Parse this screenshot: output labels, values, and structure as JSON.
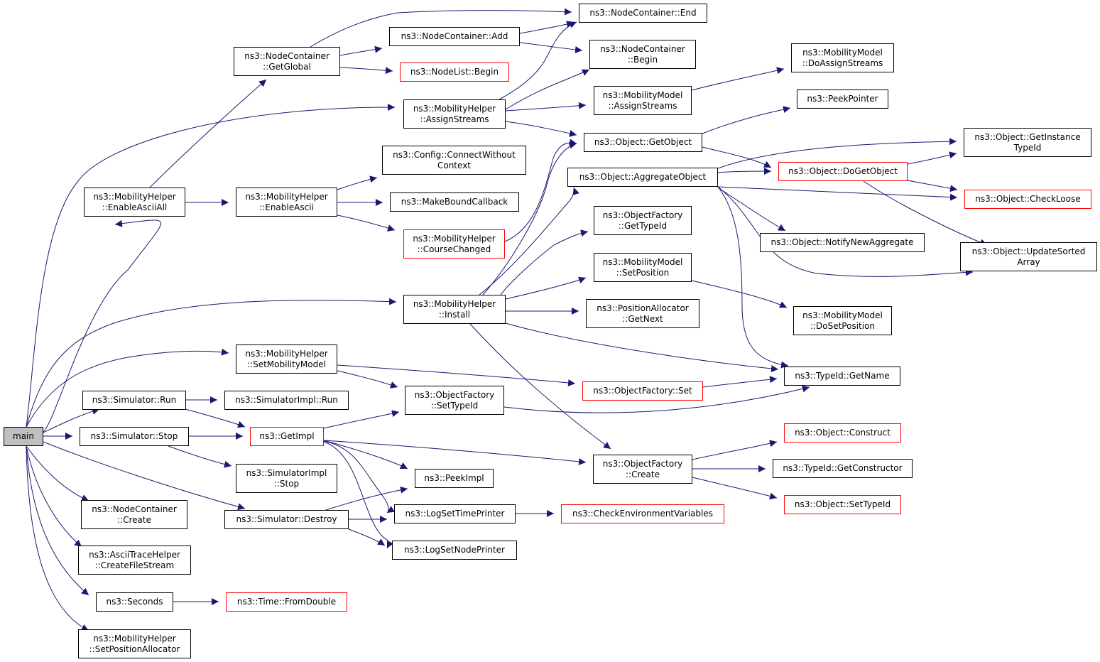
{
  "colors": {
    "edge": "#191970",
    "node_border": "#000000",
    "highlight_border": "#ff0000",
    "root_fill": "#bfbfbf"
  },
  "nodes": [
    {
      "id": "main",
      "label": "main",
      "style": "root"
    },
    {
      "id": "nc_end",
      "label": "ns3::NodeContainer::End"
    },
    {
      "id": "nc_add",
      "label": "ns3::NodeContainer::Add"
    },
    {
      "id": "nc_getglobal",
      "label": "ns3::NodeContainer\n::GetGlobal"
    },
    {
      "id": "nc_begin",
      "label": "ns3::NodeContainer\n::Begin"
    },
    {
      "id": "nl_begin",
      "label": "ns3::NodeList::Begin",
      "style": "red"
    },
    {
      "id": "mm_doassign",
      "label": "ns3::MobilityModel\n::DoAssignStreams"
    },
    {
      "id": "mh_assign",
      "label": "ns3::MobilityHelper\n::AssignStreams"
    },
    {
      "id": "mm_assign",
      "label": "ns3::MobilityModel\n::AssignStreams"
    },
    {
      "id": "peekpointer",
      "label": "ns3::PeekPointer"
    },
    {
      "id": "obj_getobject",
      "label": "ns3::Object::GetObject"
    },
    {
      "id": "obj_getinstance",
      "label": "ns3::Object::GetInstance\nTypeId"
    },
    {
      "id": "cfg_connect",
      "label": "ns3::Config::ConnectWithout\nContext"
    },
    {
      "id": "obj_aggregate",
      "label": "ns3::Object::AggregateObject"
    },
    {
      "id": "obj_dogetobject",
      "label": "ns3::Object::DoGetObject",
      "style": "red"
    },
    {
      "id": "mh_enableasciiall",
      "label": "ns3::MobilityHelper\n::EnableAsciiAll"
    },
    {
      "id": "mh_enableascii",
      "label": "ns3::MobilityHelper\n::EnableAscii"
    },
    {
      "id": "makebound",
      "label": "ns3::MakeBoundCallback"
    },
    {
      "id": "obj_checkloose",
      "label": "ns3::Object::CheckLoose",
      "style": "red"
    },
    {
      "id": "of_gettypeid",
      "label": "ns3::ObjectFactory\n::GetTypeId"
    },
    {
      "id": "obj_notify",
      "label": "ns3::Object::NotifyNewAggregate"
    },
    {
      "id": "mh_coursechanged",
      "label": "ns3::MobilityHelper\n::CourseChanged",
      "style": "red"
    },
    {
      "id": "obj_updatesorted",
      "label": "ns3::Object::UpdateSorted\nArray"
    },
    {
      "id": "mm_setposition",
      "label": "ns3::MobilityModel\n::SetPosition"
    },
    {
      "id": "mh_install",
      "label": "ns3::MobilityHelper\n::Install"
    },
    {
      "id": "pa_getnext",
      "label": "ns3::PositionAllocator\n::GetNext"
    },
    {
      "id": "mm_dosetposition",
      "label": "ns3::MobilityModel\n::DoSetPosition"
    },
    {
      "id": "mh_setmobility",
      "label": "ns3::MobilityHelper\n::SetMobilityModel"
    },
    {
      "id": "typeid_getname",
      "label": "ns3::TypeId::GetName"
    },
    {
      "id": "of_set",
      "label": "ns3::ObjectFactory::Set",
      "style": "red"
    },
    {
      "id": "sim_run",
      "label": "ns3::Simulator::Run"
    },
    {
      "id": "simimpl_run",
      "label": "ns3::SimulatorImpl::Run"
    },
    {
      "id": "of_settypeid",
      "label": "ns3::ObjectFactory\n::SetTypeId"
    },
    {
      "id": "sim_stop",
      "label": "ns3::Simulator::Stop"
    },
    {
      "id": "getimpl",
      "label": "ns3::GetImpl",
      "style": "red"
    },
    {
      "id": "obj_construct",
      "label": "ns3::Object::Construct",
      "style": "red"
    },
    {
      "id": "of_create",
      "label": "ns3::ObjectFactory\n::Create"
    },
    {
      "id": "typeid_getctor",
      "label": "ns3::TypeId::GetConstructor"
    },
    {
      "id": "simimpl_stop",
      "label": "ns3::SimulatorImpl\n::Stop"
    },
    {
      "id": "peekimpl",
      "label": "ns3::PeekImpl"
    },
    {
      "id": "obj_settypeid",
      "label": "ns3::Object::SetTypeId",
      "style": "red"
    },
    {
      "id": "nc_create",
      "label": "ns3::NodeContainer\n::Create"
    },
    {
      "id": "sim_destroy",
      "label": "ns3::Simulator::Destroy"
    },
    {
      "id": "logsettime",
      "label": "ns3::LogSetTimePrinter"
    },
    {
      "id": "checkenv",
      "label": "ns3::CheckEnvironmentVariables",
      "style": "red"
    },
    {
      "id": "logsetnode",
      "label": "ns3::LogSetNodePrinter"
    },
    {
      "id": "ascii_createfile",
      "label": "ns3::AsciiTraceHelper\n::CreateFileStream"
    },
    {
      "id": "seconds",
      "label": "ns3::Seconds"
    },
    {
      "id": "time_fromdouble",
      "label": "ns3::Time::FromDouble",
      "style": "red"
    },
    {
      "id": "mh_setposalloc",
      "label": "ns3::MobilityHelper\n::SetPositionAllocator"
    }
  ]
}
